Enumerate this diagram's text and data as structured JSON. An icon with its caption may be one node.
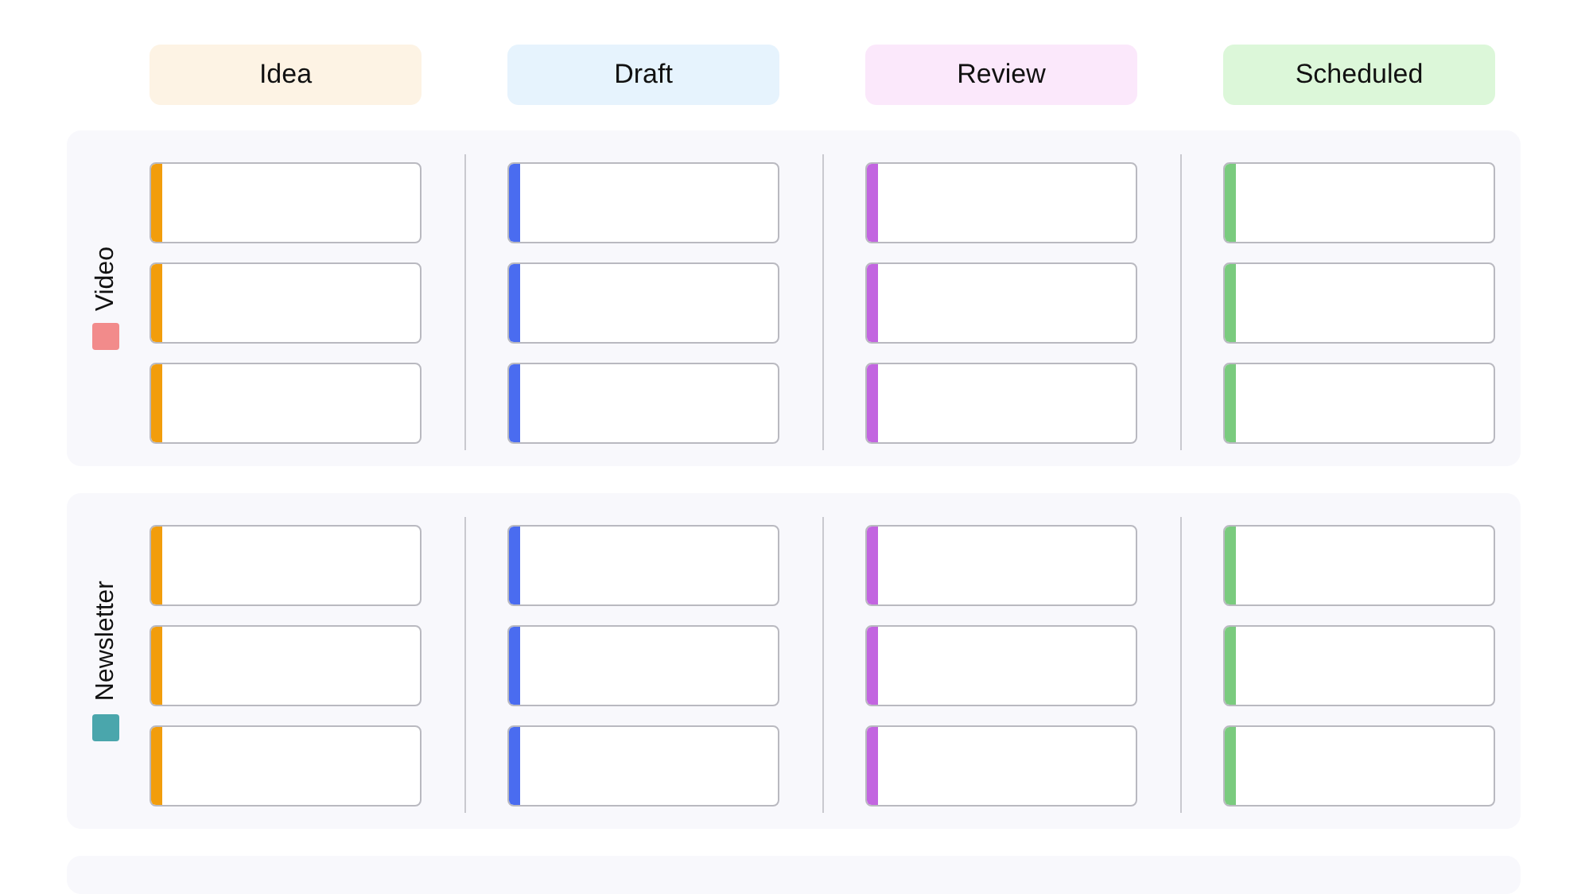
{
  "diagram": {
    "nodes": [
      {
        "text": [
          "Idea"
        ]
      },
      {
        "text": [
          "Draft"
        ]
      },
      {
        "text": [
          "Review"
        ]
      },
      {
        "text": [
          "Scheduled"
        ]
      },
      {
        "text": [
          "Video"
        ]
      },
      {
        "text": [],
        "shape": "box",
        "in": 4
      },
      {
        "text": [],
        "shape": "box",
        "in": 4
      },
      {
        "text": [],
        "shape": "box",
        "in": 4
      },
      {
        "text": [],
        "shape": "box",
        "in": 4
      },
      {
        "text": [],
        "shape": "box",
        "in": 4
      },
      {
        "text": [],
        "shape": "box",
        "in": 4
      },
      {
        "text": [],
        "shape": "box",
        "in": 4
      },
      {
        "text": [],
        "shape": "box",
        "in": 4
      },
      {
        "text": [],
        "shape": "box",
        "in": 4
      },
      {
        "text": [],
        "shape": "box",
        "in": 4
      },
      {
        "text": [],
        "shape": "box",
        "in": 4
      },
      {
        "text": [],
        "shape": "box",
        "in": 4
      },
      {
        "text": [
          "Newsletter"
        ]
      },
      {
        "text": [],
        "shape": "box",
        "in": 17
      },
      {
        "text": [],
        "shape": "box",
        "in": 17
      },
      {
        "text": [],
        "shape": "box",
        "in": 17
      },
      {
        "text": [],
        "shape": "box",
        "in": 17
      },
      {
        "text": [],
        "shape": "box",
        "in": 17
      },
      {
        "text": [],
        "shape": "box",
        "in": 17
      },
      {
        "text": [],
        "shape": "box",
        "in": 17
      },
      {
        "text": [],
        "shape": "box",
        "in": 17
      },
      {
        "text": [],
        "shape": "box",
        "in": 17
      },
      {
        "text": [],
        "shape": "box",
        "in": 17
      },
      {
        "text": [],
        "shape": "box",
        "in": 17
      },
      {
        "text": [],
        "shape": "box",
        "in": 17
      },
      {
        "text": [],
        "shape": "box"
      }
    ]
  }
}
